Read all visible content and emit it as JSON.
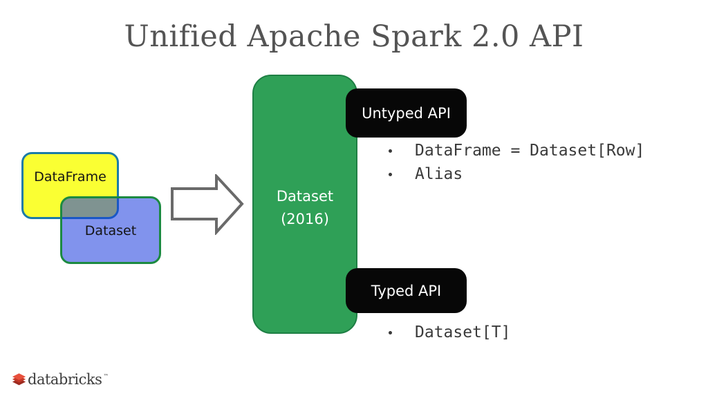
{
  "slide": {
    "title": "Unified Apache Spark 2.0 API"
  },
  "venn": {
    "dataframe_label": "DataFrame",
    "dataset_label": "Dataset"
  },
  "dataset_box": {
    "title": "Dataset",
    "year": "(2016)"
  },
  "untyped": {
    "badge_label": "Untyped API",
    "bullets": [
      "DataFrame = Dataset[Row]",
      "Alias"
    ]
  },
  "typed": {
    "badge_label": "Typed API",
    "bullets": [
      "Dataset[T]"
    ]
  },
  "footer": {
    "logo_text": "databricks",
    "trademark": "™"
  },
  "icons": {
    "arrow": "right-block-arrow-icon",
    "logo": "databricks-layers-icon"
  },
  "colors": {
    "title_text": "#545454",
    "dataframe_fill": "#FAFF33",
    "dataframe_border": "#1B7BA8",
    "dataset_fill_over_white": "#8A9DF5",
    "dataset_border": "#1C8A41",
    "overlap_fill": "#7F948C",
    "green_box_fill": "#2FA057",
    "green_box_border": "#1E7F44",
    "badge_bg": "#070707",
    "badge_text": "#FFFFFF",
    "bullet_text": "#3A3A3A",
    "arrow_stroke": "#6A6A6A",
    "logo_red": "#D6402F"
  }
}
